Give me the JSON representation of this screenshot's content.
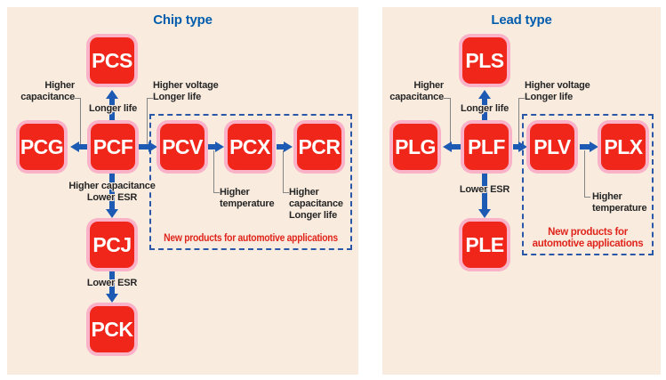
{
  "colors": {
    "panel_bg": "#f9ecdf",
    "node_red": "#f0261a",
    "node_pink": "#f9b2c7",
    "arrow_blue": "#1d5ab4",
    "title_blue": "#005cac",
    "dashed_blue": "#2b57a8",
    "highlight_red": "#e0251c",
    "label_text": "#262626",
    "callout_gray": "#858585"
  },
  "left_panel": {
    "title": "Chip type",
    "nodes": {
      "pcs": "PCS",
      "pcg": "PCG",
      "pcf": "PCF",
      "pcv": "PCV",
      "pcx": "PCX",
      "pcr": "PCR",
      "pcj": "PCJ",
      "pck": "PCK"
    },
    "labels": {
      "higher_capacitance": "Higher\ncapacitance",
      "higher_voltage_longer_life": "Higher voltage\nLonger life",
      "longer_life": "Longer life",
      "higher_capacitance_lower_esr": "Higher capacitance\nLower ESR",
      "lower_esr": "Lower ESR",
      "higher_temperature": "Higher\ntemperature",
      "higher_capacitance_longer_life": "Higher\ncapacitance\nLonger life",
      "new_products": "New products for automotive applications"
    }
  },
  "right_panel": {
    "title": "Lead type",
    "nodes": {
      "pls": "PLS",
      "plg": "PLG",
      "plf": "PLF",
      "plv": "PLV",
      "plx": "PLX",
      "ple": "PLE"
    },
    "labels": {
      "higher_capacitance": "Higher\ncapacitance",
      "higher_voltage_longer_life": "Higher voltage\nLonger life",
      "longer_life": "Longer life",
      "lower_esr": "Lower ESR",
      "higher_temperature": "Higher\ntemperature",
      "new_products": "New products for\nautomotive applications"
    }
  }
}
